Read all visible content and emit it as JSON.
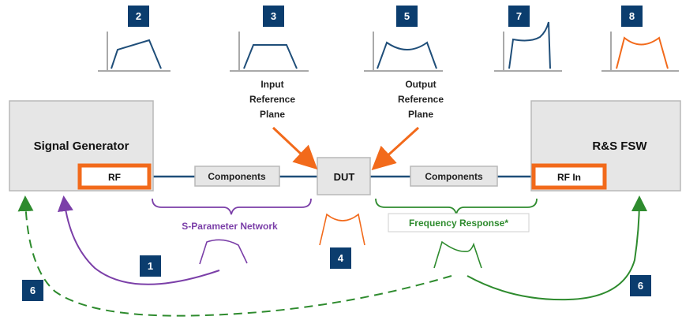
{
  "colors": {
    "navy": "#0b3d6e",
    "orange": "#f26a1b",
    "purple": "#7b3fa8",
    "green": "#2e8b2e",
    "box_fill": "#e6e6e6",
    "box_stroke": "#b8b8b8",
    "axis": "#a9a9a9",
    "line_blue": "#1f4e79"
  },
  "signal_generator": {
    "title": "Signal Generator",
    "port": "RF"
  },
  "analyzer": {
    "title": "R&S FSW",
    "port": "RF In"
  },
  "components_left": "Components",
  "components_right": "Components",
  "dut": "DUT",
  "input_plane": [
    "Input",
    "Reference",
    "Plane"
  ],
  "output_plane": [
    "Output",
    "Reference",
    "Plane"
  ],
  "sparam_label": "S-Parameter Network",
  "freq_label": "Frequency Response*",
  "steps": {
    "s1": "1",
    "s2": "2",
    "s3": "3",
    "s4": "4",
    "s5": "5",
    "s6a": "6",
    "s6b": "6",
    "s7": "7",
    "s8": "8"
  },
  "icons": {
    "s2": "rising-trapezoid-response-icon",
    "s3": "flat-trapezoid-response-icon",
    "s5": "dipped-response-icon",
    "s7": "rising-peak-response-icon",
    "s8": "orange-dipped-response-icon"
  }
}
